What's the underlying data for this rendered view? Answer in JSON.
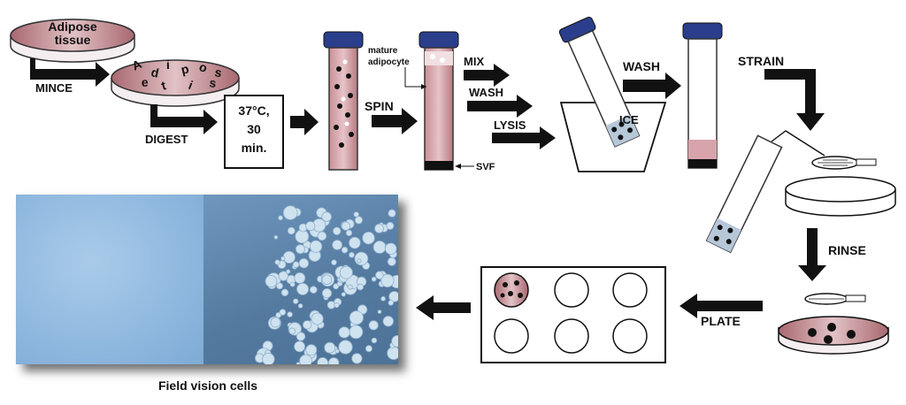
{
  "steps": {
    "tissue_label_1": "Adipose",
    "tissue_label_2": "tissue",
    "mince": "MINCE",
    "minced_letters": [
      "A",
      "d",
      "i",
      "p",
      "o",
      "s",
      "e",
      "t",
      "i",
      "s"
    ],
    "digest": "DIGEST",
    "incubation_1": "37°C,",
    "incubation_2": "30",
    "incubation_3": "min.",
    "spin": "SPIN",
    "mature_1": "mature",
    "mature_2": "adipocyte",
    "svf": "SVF",
    "mix": "MIX",
    "wash_1": "WASH",
    "lysis": "LYSIS",
    "ice": "ICE",
    "wash_2": "WASH",
    "strain": "STRAIN",
    "rinse": "RINSE",
    "plate": "PLATE"
  },
  "caption": "Field vision cells",
  "colors": {
    "tissue": "#b97f86",
    "tube_cap": "#2a3e8c",
    "pellet": "#111111"
  }
}
